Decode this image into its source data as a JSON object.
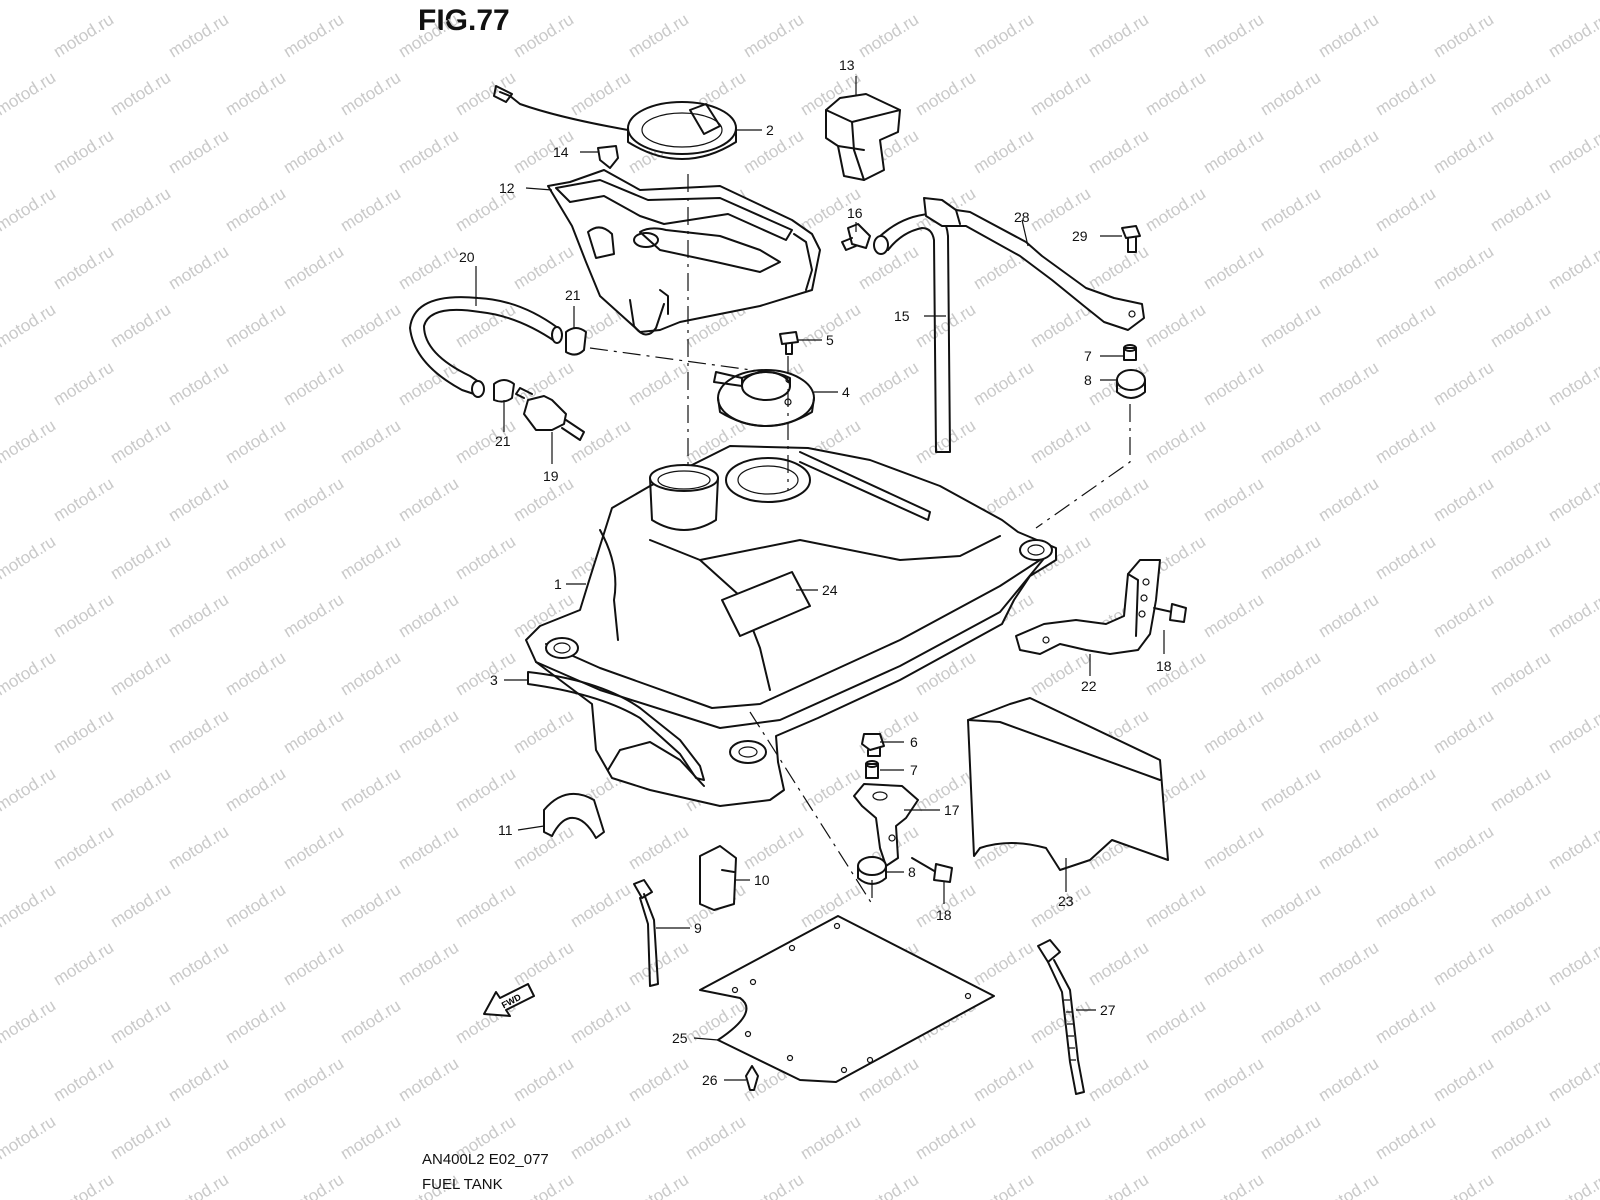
{
  "figure": {
    "title": "FIG.77",
    "model_code": "AN400L2 E02_077",
    "caption": "FUEL TANK",
    "watermark": "motod.ru",
    "fwd_label": "FWD"
  },
  "callouts": [
    {
      "id": "c1",
      "label": "1"
    },
    {
      "id": "c2",
      "label": "2"
    },
    {
      "id": "c3",
      "label": "3"
    },
    {
      "id": "c4",
      "label": "4"
    },
    {
      "id": "c5",
      "label": "5"
    },
    {
      "id": "c6",
      "label": "6"
    },
    {
      "id": "c7a",
      "label": "7"
    },
    {
      "id": "c7b",
      "label": "7"
    },
    {
      "id": "c8a",
      "label": "8"
    },
    {
      "id": "c8b",
      "label": "8"
    },
    {
      "id": "c9",
      "label": "9"
    },
    {
      "id": "c10",
      "label": "10"
    },
    {
      "id": "c11",
      "label": "11"
    },
    {
      "id": "c12",
      "label": "12"
    },
    {
      "id": "c13",
      "label": "13"
    },
    {
      "id": "c14",
      "label": "14"
    },
    {
      "id": "c15",
      "label": "15"
    },
    {
      "id": "c16",
      "label": "16"
    },
    {
      "id": "c17",
      "label": "17"
    },
    {
      "id": "c18a",
      "label": "18"
    },
    {
      "id": "c18b",
      "label": "18"
    },
    {
      "id": "c19",
      "label": "19"
    },
    {
      "id": "c20",
      "label": "20"
    },
    {
      "id": "c21a",
      "label": "21"
    },
    {
      "id": "c21b",
      "label": "21"
    },
    {
      "id": "c22",
      "label": "22"
    },
    {
      "id": "c23",
      "label": "23"
    },
    {
      "id": "c24",
      "label": "24"
    },
    {
      "id": "c25",
      "label": "25"
    },
    {
      "id": "c26",
      "label": "26"
    },
    {
      "id": "c27",
      "label": "27"
    },
    {
      "id": "c28",
      "label": "28"
    },
    {
      "id": "c29",
      "label": "29"
    }
  ]
}
